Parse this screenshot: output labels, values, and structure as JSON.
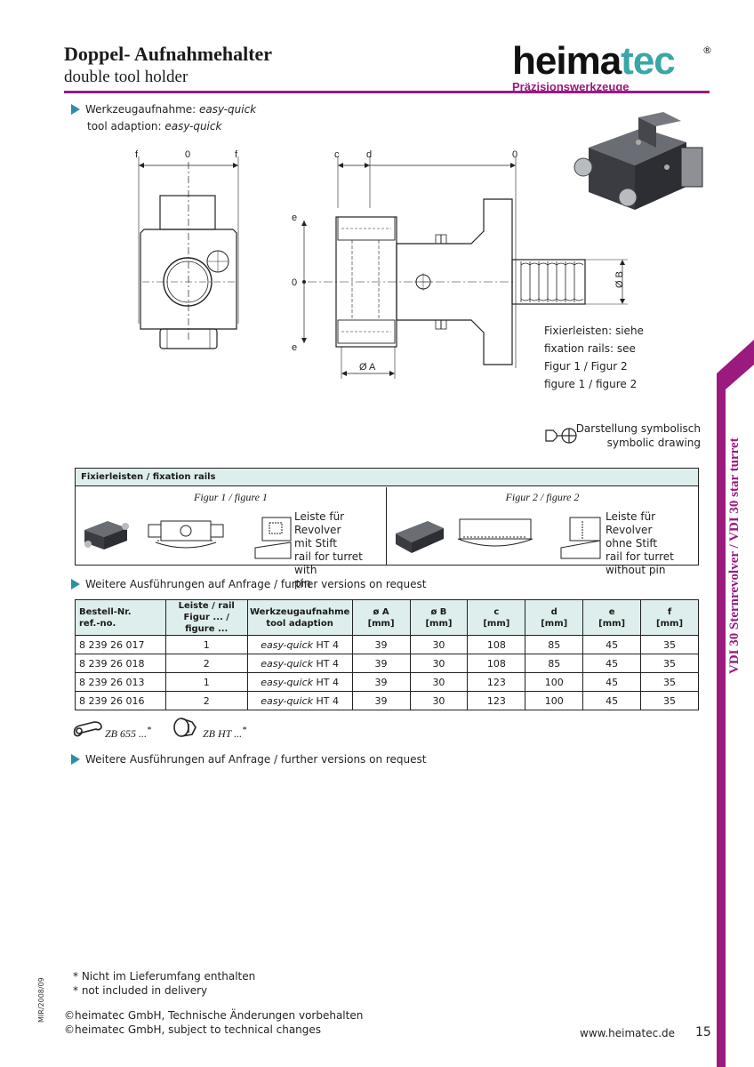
{
  "header": {
    "title_de": "Doppel- Aufnahmehalter",
    "title_en": "double tool holder",
    "logo_main": "heima",
    "logo_accent": "tec",
    "logo_reg": "®",
    "logo_sub": "Präzisionswerkzeuge",
    "brand_color": "#9b1a7e",
    "accent_color": "#3aa6a6"
  },
  "tool_adaption": {
    "de_prefix": "Werkzeugaufnahme: ",
    "de_value": "easy-quick",
    "en_prefix": "tool adaption: ",
    "en_value": "easy-quick"
  },
  "drawing": {
    "labels": {
      "f_left": "f",
      "zero_top_a": "0",
      "f_right": "f",
      "c": "c",
      "d": "d",
      "zero_top_b": "0",
      "e_top": "e",
      "zero_mid": "0",
      "e_bottom": "e",
      "dia_a": "Ø A",
      "dia_b": "Ø B"
    }
  },
  "fix_notes": [
    "Fixierleisten: siehe",
    "fixation rails: see",
    "Figur 1 / Figur 2",
    "figure 1 / figure 2"
  ],
  "symbol_note": [
    "Darstellung symbolisch",
    "symbolic drawing"
  ],
  "side_band": {
    "text": "VDI 30 Sternrevolver / VDI 30 star turret",
    "icon": "magenta-tab"
  },
  "fixation_rails": {
    "header": "Fixierleisten / fixation rails",
    "figure1": {
      "caption": "Figur 1 / figure 1",
      "text": [
        "Leiste für Revolver",
        "mit Stift",
        "rail for turret with",
        "pin"
      ]
    },
    "figure2": {
      "caption": "Figur 2 / figure 2",
      "text": [
        "Leiste für Revolver",
        "ohne Stift",
        "rail for turret",
        "without pin"
      ]
    }
  },
  "further_versions_1": "Weitere Ausführungen auf Anfrage / further versions on request",
  "table": {
    "headers": [
      [
        "Bestell-Nr.",
        "ref.-no."
      ],
      [
        "Leiste / rail",
        "Figur ... / figure ..."
      ],
      [
        "Werkzeugaufnahme",
        "tool adaption"
      ],
      [
        "ø A",
        "[mm]"
      ],
      [
        "ø B",
        "[mm]"
      ],
      [
        "c",
        "[mm]"
      ],
      [
        "d",
        "[mm]"
      ],
      [
        "e",
        "[mm]"
      ],
      [
        "f",
        "[mm]"
      ]
    ],
    "rows": [
      [
        "8 239 26 017",
        "1",
        "easy-quick",
        " HT 4",
        "39",
        "30",
        "108",
        "85",
        "45",
        "35"
      ],
      [
        "8 239 26 018",
        "2",
        "easy-quick",
        " HT 4",
        "39",
        "30",
        "108",
        "85",
        "45",
        "35"
      ],
      [
        "8 239 26 013",
        "1",
        "easy-quick",
        " HT 4",
        "39",
        "30",
        "123",
        "100",
        "45",
        "35"
      ],
      [
        "8 239 26 016",
        "2",
        "easy-quick",
        " HT 4",
        "39",
        "30",
        "123",
        "100",
        "45",
        "35"
      ]
    ]
  },
  "accessories": [
    {
      "icon": "wrench-icon",
      "label": "ZB 655 ...",
      "star": "*"
    },
    {
      "icon": "clamp-nut-icon",
      "label": "ZB HT ...",
      "star": "*"
    }
  ],
  "further_versions_2": "Weitere Ausführungen auf Anfrage / further versions on request",
  "footnotes": [
    "*  Nicht im Lieferumfang enthalten",
    "*  not included in delivery"
  ],
  "doc_id": "MIR/2008/09",
  "copyright": [
    "©heimatec GmbH,  Technische Änderungen vorbehalten",
    "©heimatec GmbH,  subject to technical changes"
  ],
  "website": "www.heimatec.de",
  "page_number": "15"
}
